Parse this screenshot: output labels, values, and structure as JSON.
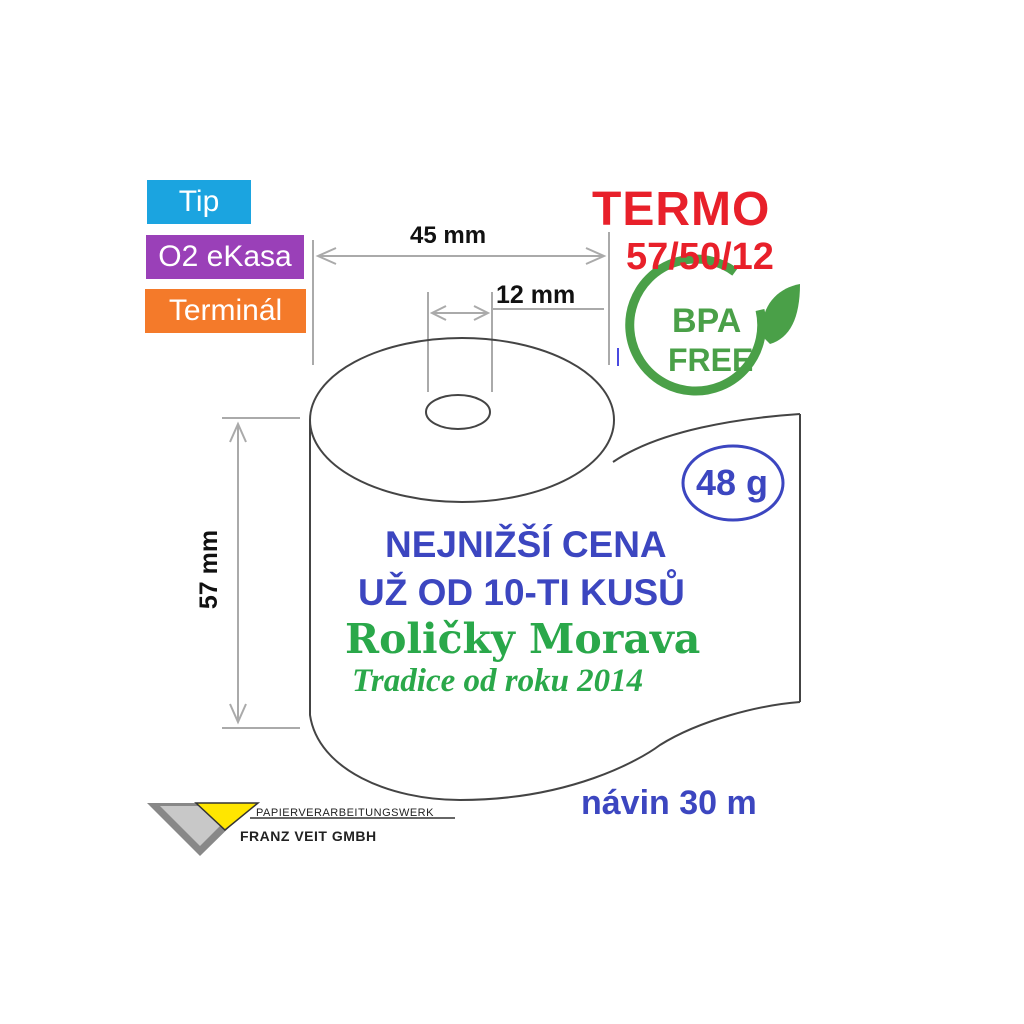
{
  "tags": {
    "tip": {
      "label": "Tip",
      "color": "#1ba4e0"
    },
    "o2": {
      "label": "O2 eKasa",
      "color": "#9a40b8"
    },
    "terminal": {
      "label": "Terminál",
      "color": "#f47a2a"
    }
  },
  "product": {
    "type": "TERMO",
    "size": "57/50/12",
    "color": "#e8202a"
  },
  "badge": {
    "line1": "BPA",
    "line2": "FREE",
    "color": "#4aa048"
  },
  "dimensions": {
    "width": "45 mm",
    "core": "12 mm",
    "height": "57 mm"
  },
  "weight": {
    "label": "48 g",
    "color": "#3c46c0"
  },
  "promo": {
    "line1": "NEJNIŽŠÍ CENA",
    "line2": "UŽ OD 10-TI KUSŮ",
    "color": "#3c46c0"
  },
  "brand": {
    "name": "Roličky Morava",
    "tagline": "Tradice od roku 2014",
    "color": "#2aa84a"
  },
  "length": {
    "label": "návin 30 m"
  },
  "manufacturer": {
    "line1": "PAPIERVERARBEITUNGSWERK",
    "line2": "FRANZ VEIT GMBH"
  }
}
